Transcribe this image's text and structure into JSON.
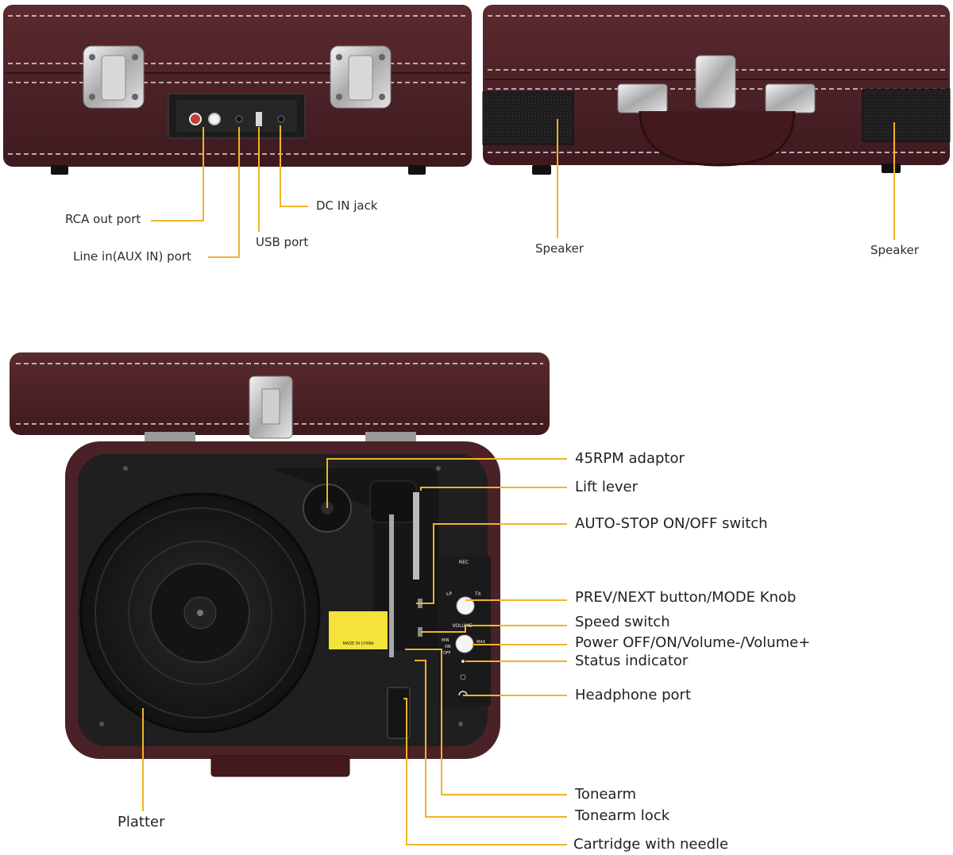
{
  "colors": {
    "leather": "#4e2328",
    "leather_dark": "#3a171b",
    "leader_line": "#f0b429",
    "panel": "#1f1f1f",
    "platter": "#191919",
    "stitch": "#e7dcd6"
  },
  "views": {
    "back_view": {
      "labels": {
        "rca_out": "RCA out port",
        "line_in": "Line in(AUX IN) port",
        "usb": "USB port",
        "dc_in": "DC IN jack"
      }
    },
    "front_view": {
      "labels": {
        "speaker_left": "Speaker",
        "speaker_right": "Speaker"
      }
    },
    "top_view": {
      "labels": {
        "adaptor_45rpm": "45RPM adaptor",
        "lift_lever": "Lift lever",
        "auto_stop": "AUTO-STOP ON/OFF switch",
        "prev_next": "PREV/NEXT button/MODE Knob",
        "speed_switch": "Speed switch",
        "power_volume": "Power OFF/ON/Volume-/Volume+",
        "status_indicator": "Status indicator",
        "headphone_port": "Headphone port",
        "tonearm": "Tonearm",
        "tonearm_lock": "Tonearm lock",
        "cartridge": "Cartridge with needle",
        "platter": "Platter"
      },
      "panel_text": {
        "rec": "REC",
        "lp": "LP",
        "tx": "TX",
        "volume": "VOLUME",
        "min": "MIN",
        "on": "ON",
        "off": "OFF",
        "max": "MAX",
        "sticker": "MADE IN CHINA"
      }
    }
  }
}
